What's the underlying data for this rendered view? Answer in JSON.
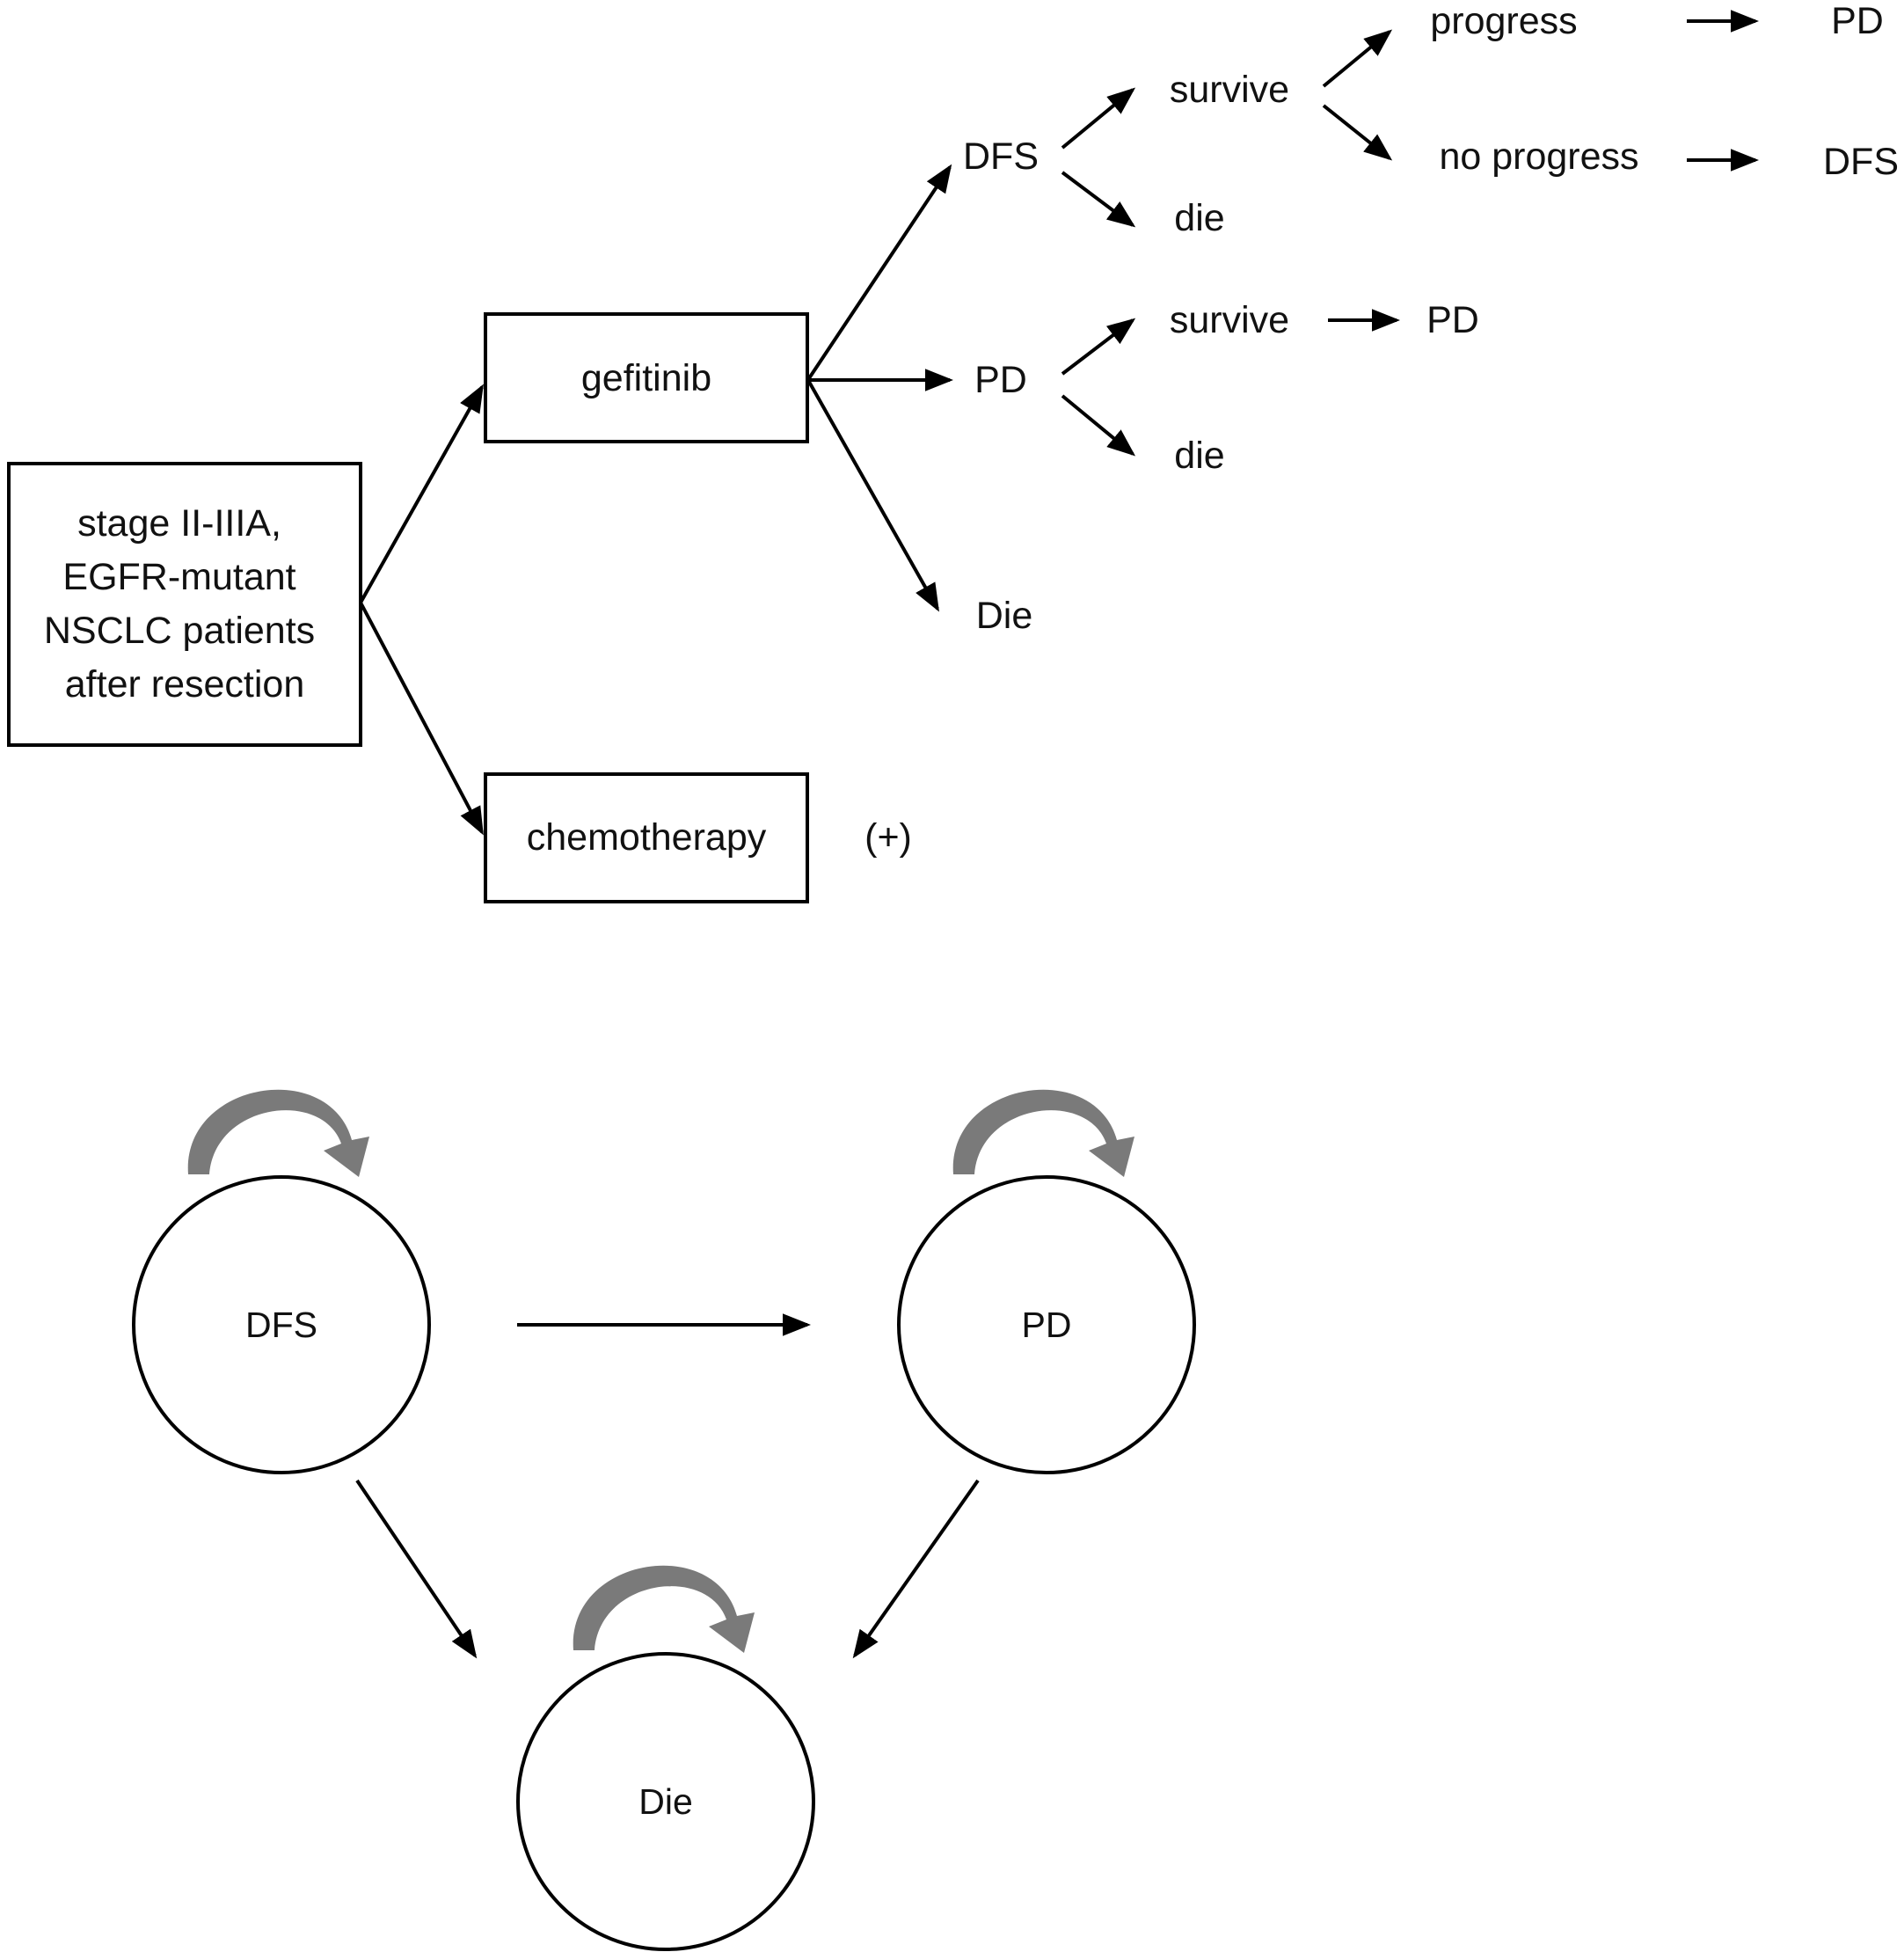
{
  "tree": {
    "root": [
      "stage II-IIIA,",
      "EGFR-mutant",
      "NSCLC patients",
      "after resection"
    ],
    "arm_gefitinib": "gefitinib",
    "arm_chemotherapy": "chemotherapy",
    "chemo_suffix": "(+)",
    "state_dfs": "DFS",
    "state_pd": "PD",
    "state_die": "Die",
    "dfs_survive": "survive",
    "dfs_die": "die",
    "dfs_progress": "progress",
    "dfs_no_progress": "no progress",
    "dfs_progress_result": "PD",
    "dfs_no_progress_result": "DFS",
    "pd_survive": "survive",
    "pd_die": "die",
    "pd_survive_result": "PD"
  },
  "markov": {
    "node_dfs": "DFS",
    "node_pd": "PD",
    "node_die": "Die"
  },
  "colors": {
    "line": "#000000",
    "loop_arrow": "#7a7a7a",
    "background": "#ffffff"
  }
}
